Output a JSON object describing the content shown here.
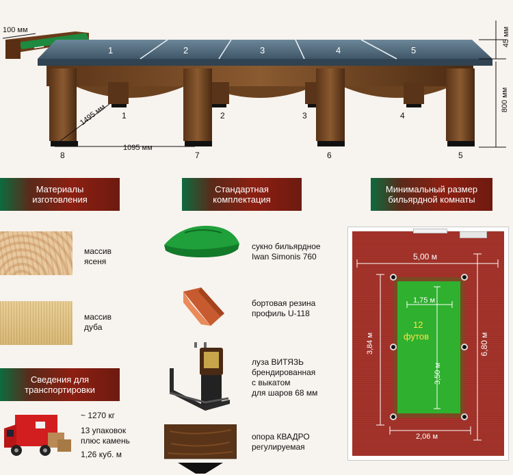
{
  "top_diagram": {
    "rail_width": "100 мм",
    "height_top": "45 мм",
    "height_total": "800 мм",
    "width_short": "1495 мм",
    "width_long": "1095 мм",
    "slate_numbers": [
      "1",
      "2",
      "3",
      "4",
      "5"
    ],
    "leg_numbers": [
      "1",
      "2",
      "3",
      "4",
      "5",
      "6",
      "7",
      "8"
    ]
  },
  "sections": {
    "materials": {
      "title": "Материалы\nизготовления"
    },
    "equipment": {
      "title": "Стандартная\nкомплектация"
    },
    "room": {
      "title": "Минимальный размер\nбильярдной комнаты"
    },
    "transport": {
      "title": "Сведения для\nтранспортировки"
    }
  },
  "materials": [
    {
      "text": "массив\nясеня"
    },
    {
      "text": "массив\nдуба"
    }
  ],
  "equipment": [
    {
      "text": "сукно бильярдное\nIwan Simonis 760"
    },
    {
      "text": "бортовая резина\nпрофиль U-118"
    },
    {
      "text": "луза ВИТЯЗЬ\nбрендированная\nс выкатом\nдля шаров 68 мм"
    },
    {
      "text": "опора КВАДРО\nрегулируемая"
    }
  ],
  "transport": {
    "weight": "~ 1270 кг",
    "packages": "13 упаковок\nплюс камень",
    "volume": "1,26 куб. м"
  },
  "room": {
    "width": "5,00 м",
    "length": "6,80 м",
    "table_width": "1,75 м",
    "table_length": "3,50 м",
    "clear_width": "2,06 м",
    "clear_length": "3,84 м",
    "size_ft": "12",
    "size_unit": "футов"
  },
  "colors": {
    "felt_green": "#2fb02f",
    "carpet_red": "#a4332a",
    "header_red": "#8c1f12",
    "header_green": "#0d6b3e"
  }
}
